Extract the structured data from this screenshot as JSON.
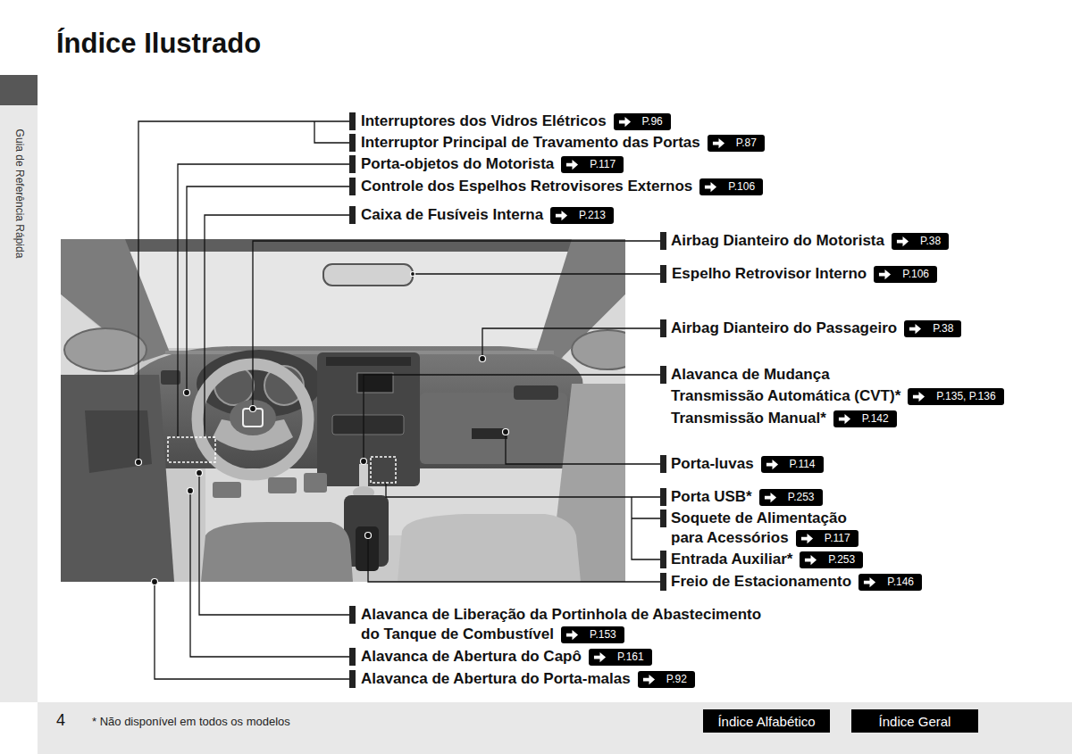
{
  "diagram": {
    "title": "Índice Ilustrado",
    "nodes": [
      {
        "text": [
          "P.96"
        ]
      },
      {
        "text": [
          "P.87"
        ]
      },
      {
        "text": [
          "P.117"
        ]
      },
      {
        "text": [
          "P.106"
        ]
      },
      {
        "text": [
          "P.213"
        ]
      },
      {
        "text": [
          "P.38"
        ]
      },
      {
        "text": [
          "P.106"
        ]
      },
      {
        "text": [
          "P.38"
        ]
      },
      {
        "text": [
          "P.135, P.136"
        ]
      },
      {
        "text": [
          "P.142"
        ]
      },
      {
        "text": [
          "P.114"
        ]
      },
      {
        "text": [
          "P.253"
        ]
      },
      {
        "text": [
          "P.117"
        ]
      },
      {
        "text": [
          "P.253"
        ]
      },
      {
        "text": [
          "P.146"
        ]
      },
      {
        "text": [
          "P.153"
        ]
      },
      {
        "text": [
          "P.161"
        ]
      },
      {
        "text": [
          "P.92"
        ]
      },
      {
        "text": [
          "Índice Alfabético"
        ]
      },
      {
        "text": [
          "Índice Geral"
        ]
      }
    ],
    "labels": [
      "Interruptores dos Vidros Elétricos",
      "Interruptor Principal de Travamento das Portas",
      "Porta-objetos do Motorista",
      "Controle dos Espelhos Retrovisores Externos",
      "Caixa de Fusíveis Interna",
      "Airbag Dianteiro do Motorista",
      "Espelho Retrovisor Interno",
      "Airbag Dianteiro do Passageiro",
      "Alavanca de Mudança",
      "Transmissão Automática (CVT)*",
      "Transmissão Manual*",
      "Porta-luvas",
      "Porta USB*",
      "Soquete de Alimentação para Acessórios",
      "Entrada Auxiliar*",
      "Freio de Estacionamento",
      "Alavanca de Liberação da Portinhola de Abastecimento do Tanque de Combustível",
      "Alavanca de Abertura do Capô",
      "Alavanca de Abertura do Porta-malas",
      "4",
      "* Não disponível em todos os modelos",
      "Guia de Referência Rápida"
    ]
  }
}
